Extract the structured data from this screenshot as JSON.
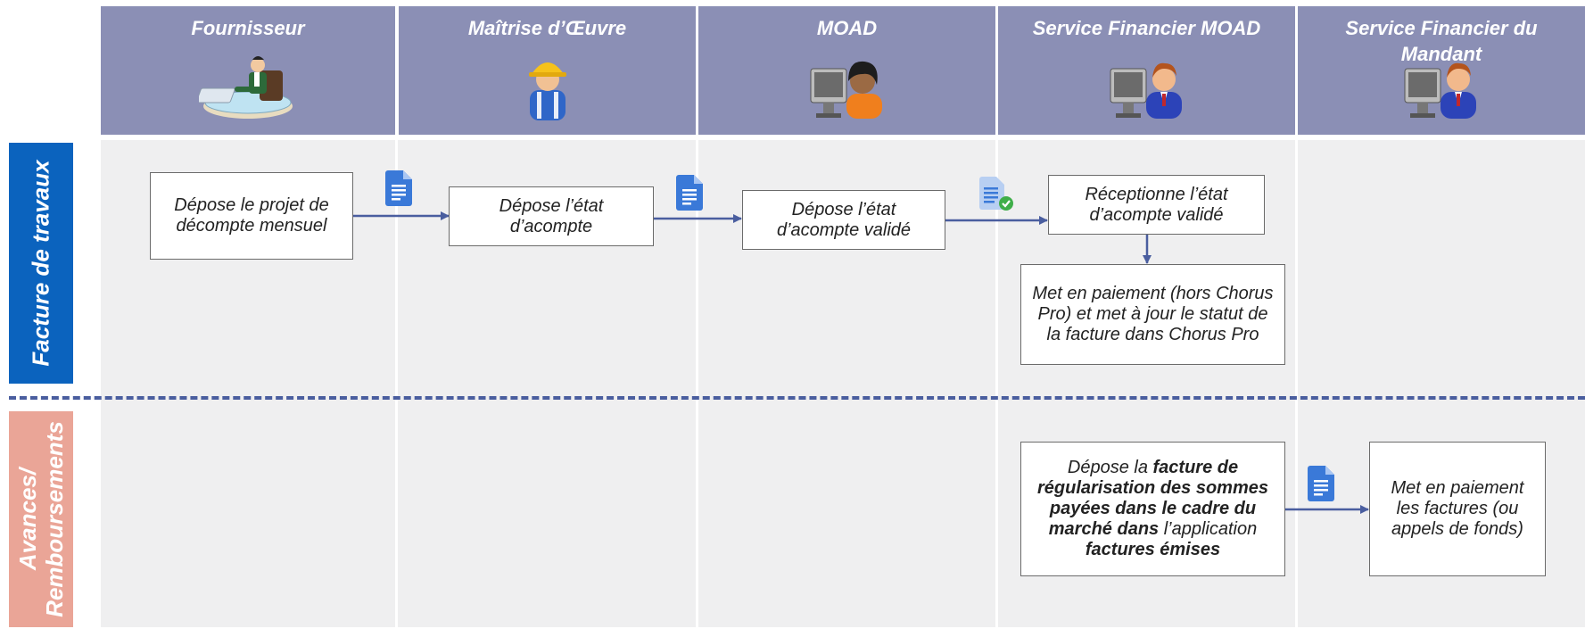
{
  "columns": [
    {
      "title": "Fournisseur",
      "icon": "supplier-at-desk-icon"
    },
    {
      "title": "Maîtrise d’Œuvre",
      "icon": "construction-worker-icon"
    },
    {
      "title": "MOAD",
      "icon": "woman-at-computer-icon"
    },
    {
      "title": "Service Financier MOAD",
      "icon": "man-at-computer-icon"
    },
    {
      "title": "Service Financier du Mandant",
      "icon": "man-at-computer-icon"
    }
  ],
  "lanes": [
    {
      "label": "Facture de travaux",
      "color": "#0b63be"
    },
    {
      "label": "Avances/ Remboursements",
      "label_line1": "Avances/",
      "label_line2": "Remboursements",
      "color": "#eaa597"
    }
  ],
  "steps": {
    "s1": "Dépose le projet de décompte mensuel",
    "s2": "Dépose l’état d’acompte",
    "s3": "Dépose l’état d’acompte validé",
    "s4": "Réceptionne l’état d’acompte validé",
    "s5": "Met en paiement (hors Chorus Pro) et met à jour le statut de la facture dans Chorus Pro",
    "s6": {
      "t1": "Dépose la ",
      "b1": "facture de régularisation des sommes payées dans le cadre du marché dans",
      "t2": " l’application ",
      "b2": "factures émises"
    },
    "s7": "Met en paiement les factures (ou appels de fonds)"
  },
  "icons": {
    "document": "document-icon",
    "validated_document": "document-check-icon",
    "arrow_color": "#4a5e9f",
    "doc_color": "#3a79d8"
  }
}
